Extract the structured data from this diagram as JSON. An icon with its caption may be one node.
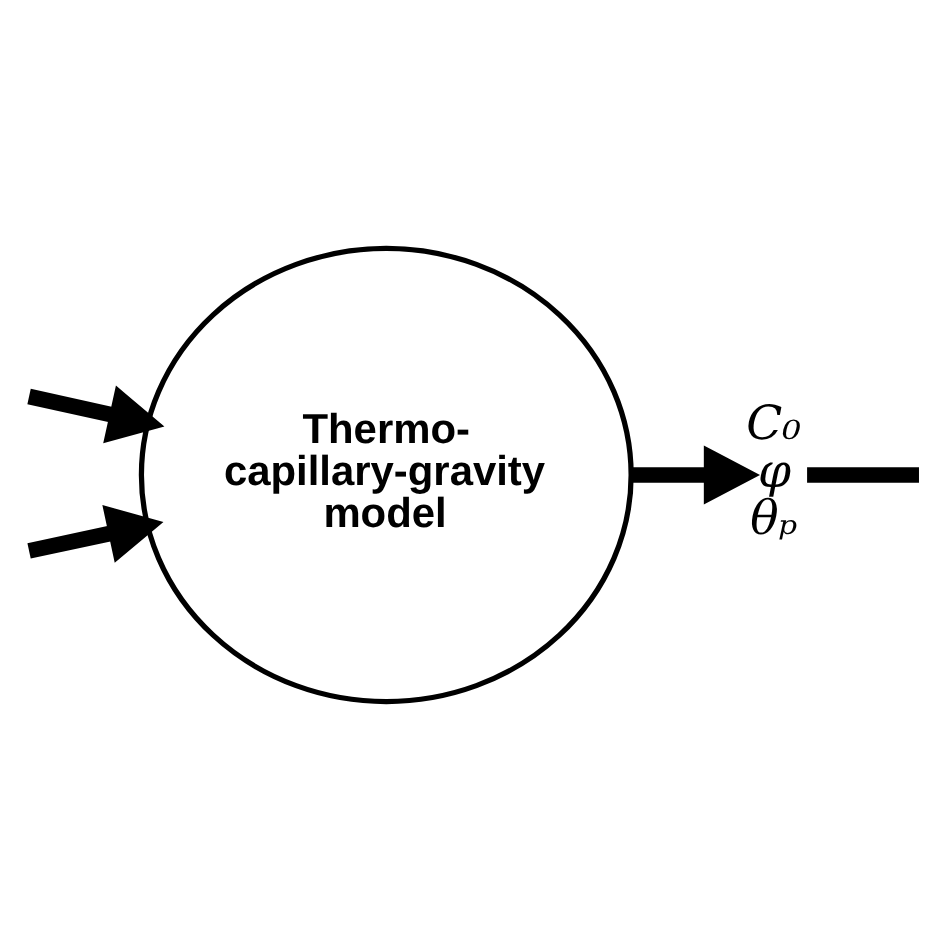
{
  "diagram": {
    "nodes": [
      {
        "text": [
          "Thermo- capillary-gravity model"
        ]
      },
      {
        "text": [
          "C₀",
          "φ",
          "θₚ"
        ]
      }
    ],
    "edges": [
      {
        "from": null,
        "to": 0,
        "arrow": "to"
      },
      {
        "from": null,
        "to": 0,
        "arrow": "to"
      },
      {
        "from": 0,
        "to": 1,
        "arrow": "to"
      },
      {
        "from": 1,
        "to": null,
        "arrow": "none"
      }
    ]
  }
}
